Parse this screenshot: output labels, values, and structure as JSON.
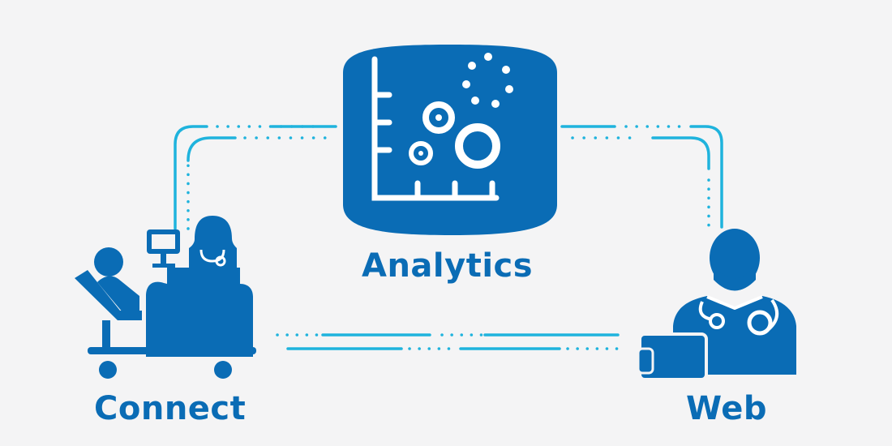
{
  "colors": {
    "background": "#f4f4f5",
    "primary_blue": "#0a6cb5",
    "connector_cyan": "#1fb3dd",
    "icon_detail": "#ffffff"
  },
  "nodes": {
    "analytics": {
      "label": "Analytics",
      "icon": "analytics-database-icon"
    },
    "connect": {
      "label": "Connect",
      "icon": "patient-care-station-icon"
    },
    "web": {
      "label": "Web",
      "icon": "doctor-with-tablet-icon"
    }
  },
  "connections": [
    {
      "from": "connect",
      "to": "analytics",
      "style": "dotted-dashed"
    },
    {
      "from": "analytics",
      "to": "web",
      "style": "dotted-dashed"
    },
    {
      "from": "connect",
      "to": "web",
      "style": "dotted-dashed"
    }
  ]
}
